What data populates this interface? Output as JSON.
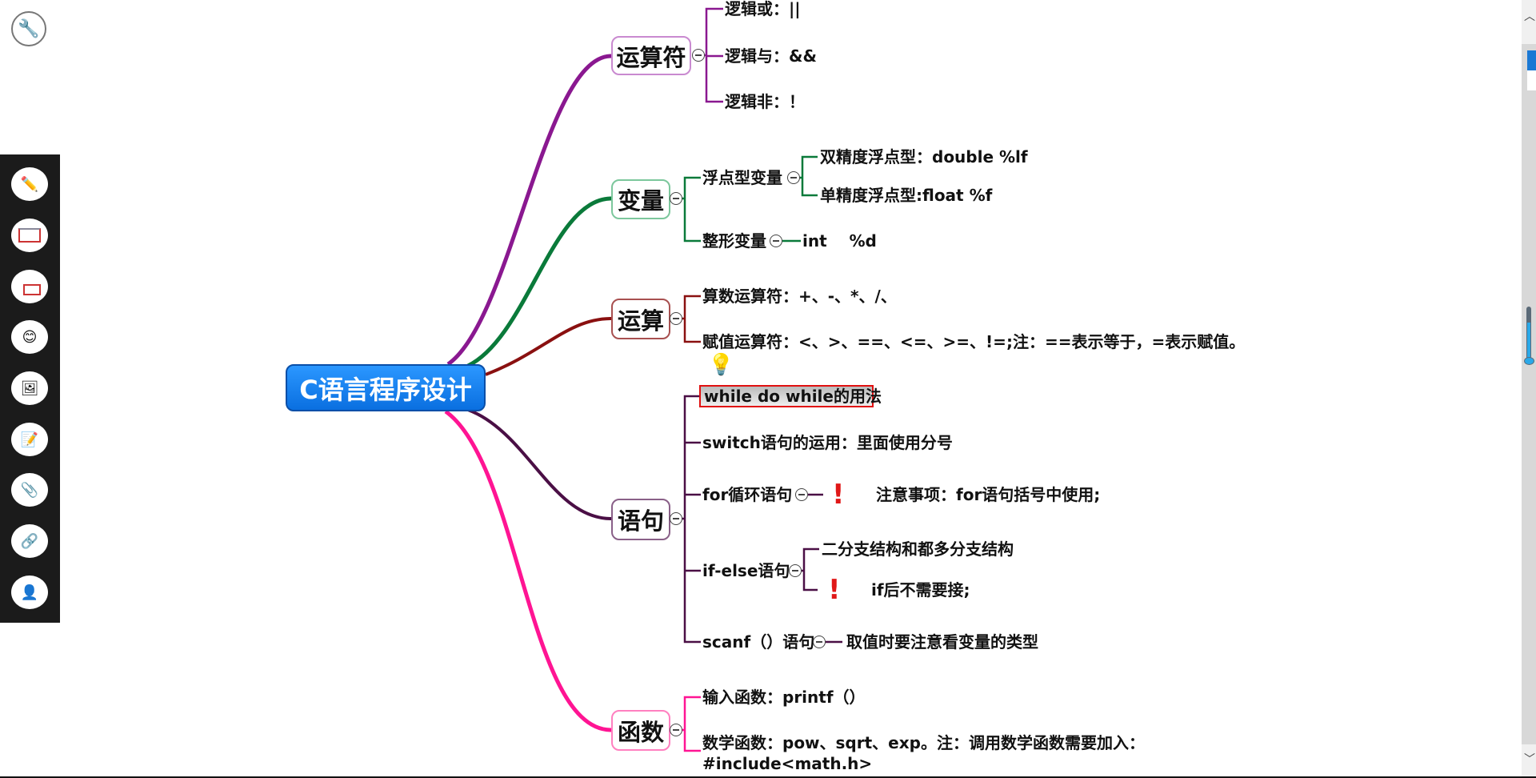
{
  "toolbar": {
    "items": [
      "pencil-icon",
      "insert-topic-icon",
      "insert-subtopic-icon",
      "emoji-icon",
      "image-icon",
      "note-icon",
      "attachment-icon",
      "hyperlink-icon",
      "more-icon"
    ]
  },
  "central": "C语言程序设计",
  "colors": {
    "operators": "#8a1890",
    "variables": "#0a7a3a",
    "arith": "#8a1010",
    "statements": "#4a0f45",
    "functions": "#ff1493",
    "central": "#0a7ef8"
  },
  "branches": {
    "operators": {
      "label": "运算符",
      "children": [
        "逻辑或：||",
        "逻辑与：&&",
        "逻辑非：！"
      ]
    },
    "variables": {
      "label": "变量",
      "float": {
        "label": "浮点型变量",
        "children": [
          "双精度浮点型：double  %lf",
          "单精度浮点型:float   %f"
        ]
      },
      "int": {
        "label": "整形变量",
        "child": "int    %d"
      }
    },
    "arith": {
      "label": "运算",
      "children": [
        "算数运算符：+、-、*、/、",
        "赋值运算符：<、>、==、<=、>=、!=;注：==表示等于，=表示赋值。"
      ]
    },
    "statements": {
      "label": "语句",
      "while": "while do while的用法",
      "switch": "switch语句的运用：里面使用分号",
      "for": {
        "label": "for循环语句",
        "note": "注意事项：for语句括号中使用;"
      },
      "ifelse": {
        "label": "if-else语句",
        "children": [
          "二分支结构和都多分支结构",
          "if后不需要接;"
        ]
      },
      "scanf": {
        "label": "scanf（）语句",
        "child": "取值时要注意看变量的类型"
      }
    },
    "functions": {
      "label": "函数",
      "children": [
        "输入函数：printf（）",
        "数学函数：pow、sqrt、exp。注：调用数学函数需要加入：",
        "#include<math.h>"
      ]
    }
  }
}
